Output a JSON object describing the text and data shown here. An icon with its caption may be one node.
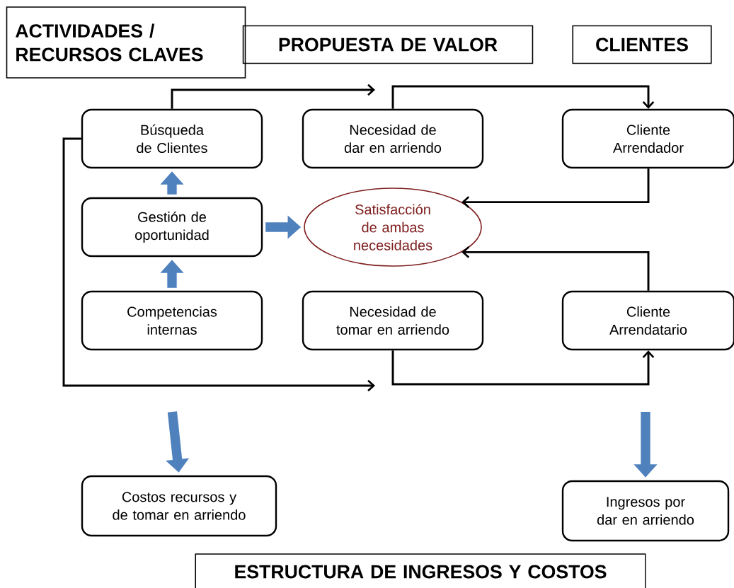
{
  "diagram": {
    "nodes": [
      {
        "text": [
          "ACTIVIDADES / RECURSOS CLAVES"
        ]
      },
      {
        "text": [
          "PROPUESTA DE VALOR"
        ]
      },
      {
        "text": [
          "CLIENTES"
        ]
      },
      {
        "text": [
          "Búsqueda de Clientes"
        ]
      },
      {
        "text": [
          "Necesidad de dar en arriendo"
        ]
      },
      {
        "text": [
          "Cliente Arrendador"
        ]
      },
      {
        "text": [
          "Gestión de oportunidad"
        ]
      },
      {
        "text": [
          "Satisfacción de ambas necesidades"
        ]
      },
      {
        "text": [
          "Competencias internas"
        ]
      },
      {
        "text": [
          "Necesidad de tomar en arriendo"
        ]
      },
      {
        "text": [
          "Cliente Arrendatario"
        ]
      },
      {
        "text": [
          "Costos recursos y de tomar en arriendo"
        ]
      },
      {
        "text": [
          "Ingresos por dar en arriendo"
        ]
      },
      {
        "text": [
          "ESTRUCTURA DE INGRESOS Y COSTOS"
        ]
      }
    ],
    "edges": [
      {
        "from": 3,
        "to": null,
        "arrow": "to"
      },
      {
        "from": 4,
        "to": 5,
        "arrow": "to"
      },
      {
        "from": 5,
        "to": 7,
        "arrow": "to"
      },
      {
        "from": 10,
        "to": 7,
        "arrow": "to"
      },
      {
        "from": 3,
        "to": null,
        "arrow": "to"
      },
      {
        "from": 9,
        "to": 10,
        "arrow": "to"
      },
      {
        "from": 8,
        "to": 6,
        "arrow": "to",
        "style": "thick",
        "color": "#4f81bd"
      },
      {
        "from": 6,
        "to": 3,
        "arrow": "to",
        "style": "thick",
        "color": "#4f81bd"
      },
      {
        "from": 6,
        "to": 7,
        "arrow": "to",
        "style": "thick",
        "color": "#4f81bd"
      },
      {
        "from": null,
        "to": 11,
        "arrow": "to",
        "style": "thick",
        "color": "#4f81bd"
      },
      {
        "from": null,
        "to": 12,
        "arrow": "to",
        "style": "thick",
        "color": "#4f81bd"
      }
    ]
  }
}
